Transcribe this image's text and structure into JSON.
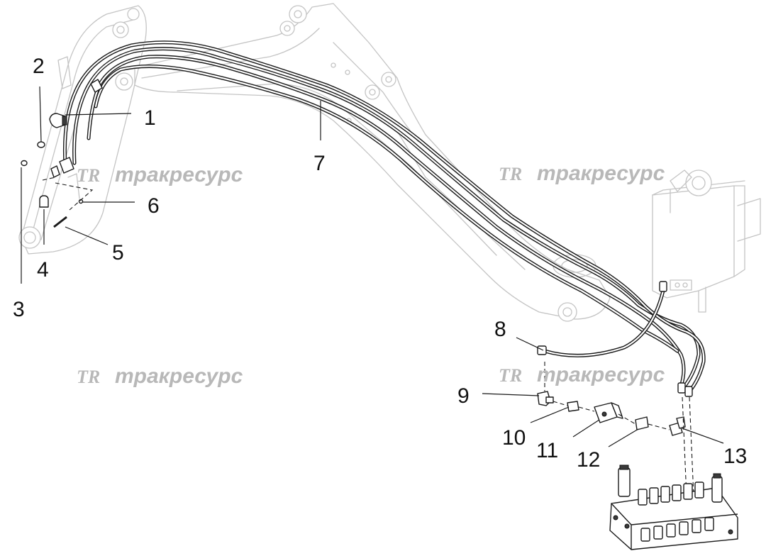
{
  "watermark": {
    "logo": "TR",
    "text": "тракресурс"
  },
  "callouts": [
    {
      "id": "1",
      "label": "1"
    },
    {
      "id": "2",
      "label": "2"
    },
    {
      "id": "3",
      "label": "3"
    },
    {
      "id": "4",
      "label": "4"
    },
    {
      "id": "5",
      "label": "5"
    },
    {
      "id": "6",
      "label": "6"
    },
    {
      "id": "7",
      "label": "7"
    },
    {
      "id": "8",
      "label": "8"
    },
    {
      "id": "9",
      "label": "9"
    },
    {
      "id": "10",
      "label": "10"
    },
    {
      "id": "11",
      "label": "11"
    },
    {
      "id": "12",
      "label": "12"
    },
    {
      "id": "13",
      "label": "13"
    }
  ],
  "colors": {
    "line": "#1a1a1a",
    "ghost": "#c4c4c4",
    "watermark": "#b8b8b8",
    "background": "#ffffff"
  }
}
